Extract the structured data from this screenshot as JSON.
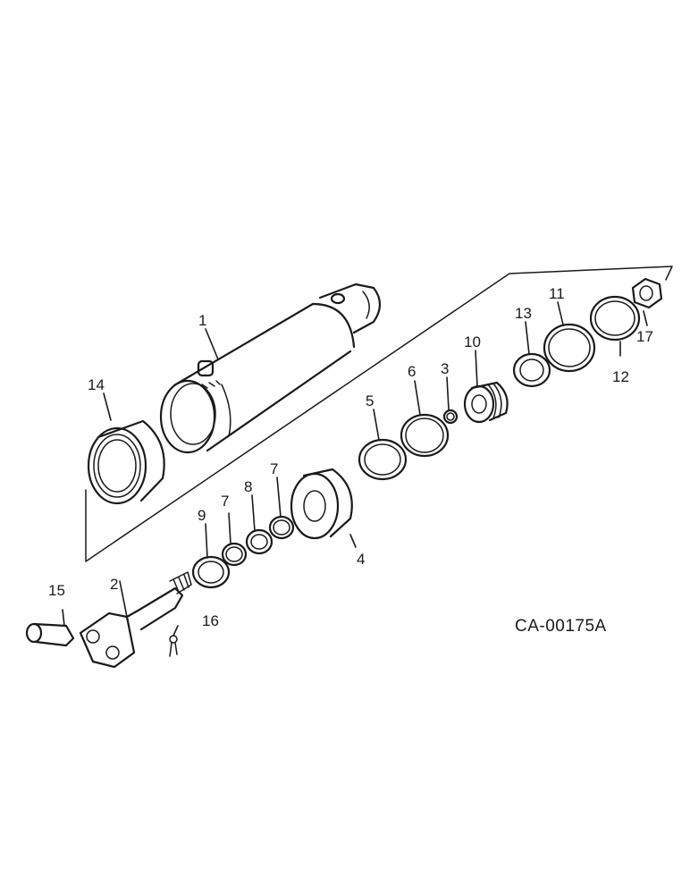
{
  "figure": {
    "code": "CA-00175A",
    "callouts": {
      "p1": "1",
      "p2": "2",
      "p3": "3",
      "p4": "4",
      "p5": "5",
      "p6": "6",
      "p7a": "7",
      "p7b": "7",
      "p8": "8",
      "p9": "9",
      "p10": "10",
      "p11": "11",
      "p12": "12",
      "p13": "13",
      "p14": "14",
      "p15": "15",
      "p16": "16",
      "p17": "17"
    }
  }
}
